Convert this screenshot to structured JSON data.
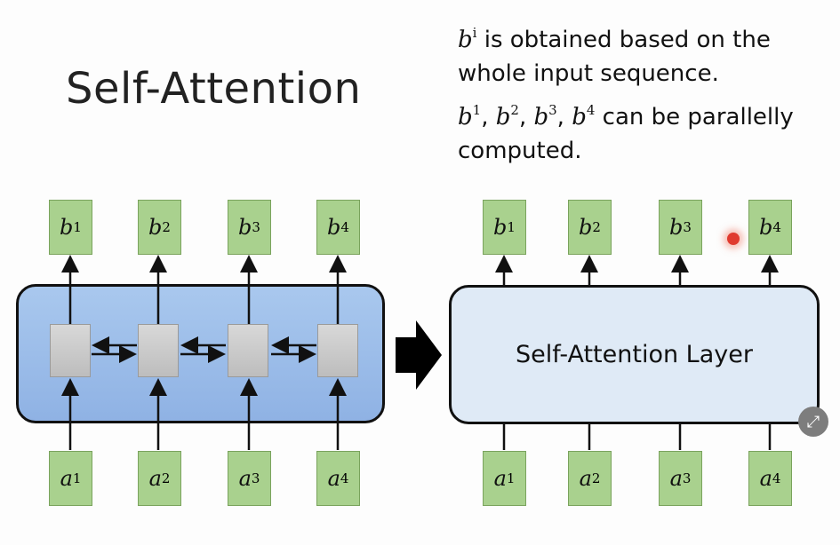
{
  "slide": {
    "title": "Self-Attention",
    "note1": {
      "var": "b",
      "sup": "i",
      "text_line1": " is obtained based on the",
      "text_line2": "whole input sequence."
    },
    "note2": {
      "vars": [
        {
          "var": "b",
          "sup": "1"
        },
        {
          "var": "b",
          "sup": "2"
        },
        {
          "var": "b",
          "sup": "3"
        },
        {
          "var": "b",
          "sup": "4"
        }
      ],
      "text_line1": " can be parallelly",
      "text_line2": "computed."
    }
  },
  "left_diagram": {
    "outputs": [
      {
        "var": "b",
        "sup": "1"
      },
      {
        "var": "b",
        "sup": "2"
      },
      {
        "var": "b",
        "sup": "3"
      },
      {
        "var": "b",
        "sup": "4"
      }
    ],
    "inputs": [
      {
        "var": "a",
        "sup": "1"
      },
      {
        "var": "a",
        "sup": "2"
      },
      {
        "var": "a",
        "sup": "3"
      },
      {
        "var": "a",
        "sup": "4"
      }
    ]
  },
  "right_diagram": {
    "layer_label": "Self-Attention Layer",
    "outputs": [
      {
        "var": "b",
        "sup": "1"
      },
      {
        "var": "b",
        "sup": "2"
      },
      {
        "var": "b",
        "sup": "3"
      },
      {
        "var": "b",
        "sup": "4"
      }
    ],
    "inputs": [
      {
        "var": "a",
        "sup": "1"
      },
      {
        "var": "a",
        "sup": "2"
      },
      {
        "var": "a",
        "sup": "3"
      },
      {
        "var": "a",
        "sup": "4"
      }
    ]
  },
  "colors": {
    "token_fill": "#a9d18e",
    "rnn_box_fill": "#9dbde9",
    "sa_box_fill": "#dfeaf6",
    "pointer": "#e03a2f"
  },
  "icons": {
    "transform_arrow": "right-arrow-icon",
    "overlay_button": "expand-icon"
  }
}
